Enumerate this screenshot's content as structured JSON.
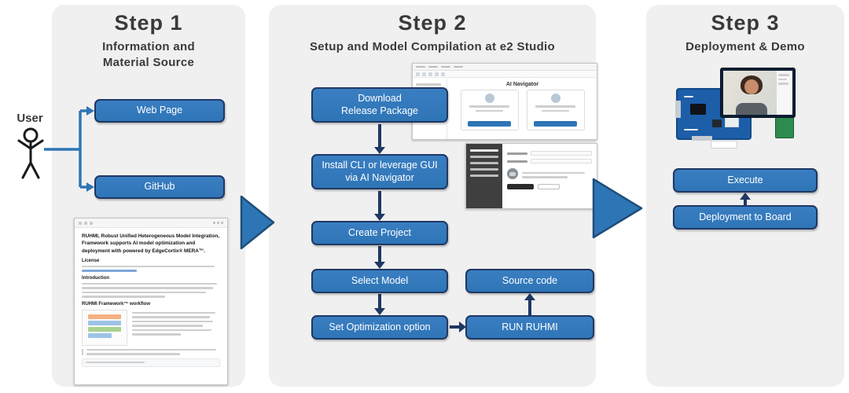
{
  "user": {
    "label": "User"
  },
  "steps": {
    "step1": {
      "title": "Step 1",
      "subtitle": "Information and\nMaterial Source",
      "boxes": {
        "web_page": "Web Page",
        "github": "GitHub"
      },
      "document": {
        "heading": "RUHMI, Robust Unified Heterogeneous Model Integration, Framework supports AI model optimization and deployment with powered by EdgeCortix® MERA™.",
        "sections": {
          "license": "License",
          "introduction": "Introduction",
          "workflow": "RUHMI Framework™ workflow"
        }
      }
    },
    "step2": {
      "title": "Step 2",
      "subtitle": "Setup and Model Compilation at e2 Studio",
      "flow": [
        "Download\nRelease Package",
        "Install CLI  or leverage GUI\nvia AI Navigator",
        "Create Project",
        "Select Model",
        "Set Optimization option"
      ],
      "side": {
        "source_code": "Source code",
        "run_ruhmi": "RUN RUHMI"
      },
      "ai_navigator_title": "AI Navigator"
    },
    "step3": {
      "title": "Step 3",
      "subtitle": "Deployment & Demo",
      "boxes": {
        "execute": "Execute",
        "deploy": "Deployment to Board"
      }
    }
  },
  "colors": {
    "box_blue": "#2e75b6",
    "box_border": "#1f3864",
    "arrow_navy": "#1f3864",
    "panel_gray": "#f0f0f0"
  }
}
